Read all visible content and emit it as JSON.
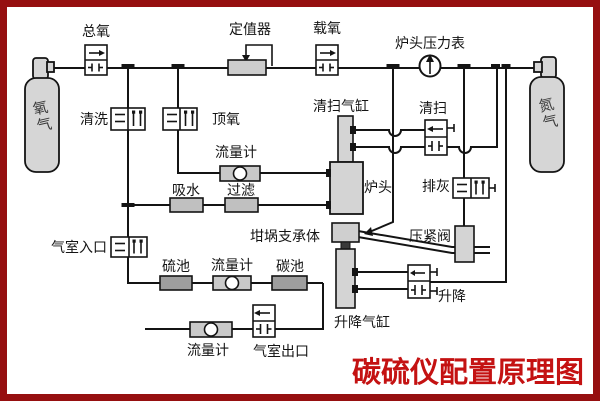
{
  "title": {
    "text": "碳硫仪配置原理图"
  },
  "cylinders": {
    "oxygen": "氧气",
    "nitrogen": "氮气"
  },
  "components": {
    "total_oxygen_valve": "总氧",
    "setpoint_regulator": "定值器",
    "carrier_oxygen_valve": "载氧",
    "furnace_pressure_gauge": "炉头压力表",
    "purge_valve": "清洗",
    "top_oxygen_valve": "顶氧",
    "flowmeter_top": "流量计",
    "sweep_cylinder": "清扫气缸",
    "sweep_valve": "清扫",
    "water_absorber": "吸水",
    "filter": "过滤",
    "furnace_head": "炉头",
    "ash_discharge_valve": "排灰",
    "chamber_inlet_valve": "气室入口",
    "crucible_support": "坩埚支承体",
    "press_valve": "压紧阀",
    "sulfur_cell": "硫池",
    "flowmeter_middle": "流量计",
    "carbon_cell": "碳池",
    "lift_valve": "升降",
    "lift_cylinder": "升降气缸",
    "flowmeter_bottom": "流量计",
    "chamber_outlet_valve": "气室出口"
  },
  "colors": {
    "border": "#960f10",
    "title_red": "#c41212",
    "line": "#141414",
    "box_fill": "#d4d4d4",
    "dark_box_fill": "#9e9e9e"
  }
}
